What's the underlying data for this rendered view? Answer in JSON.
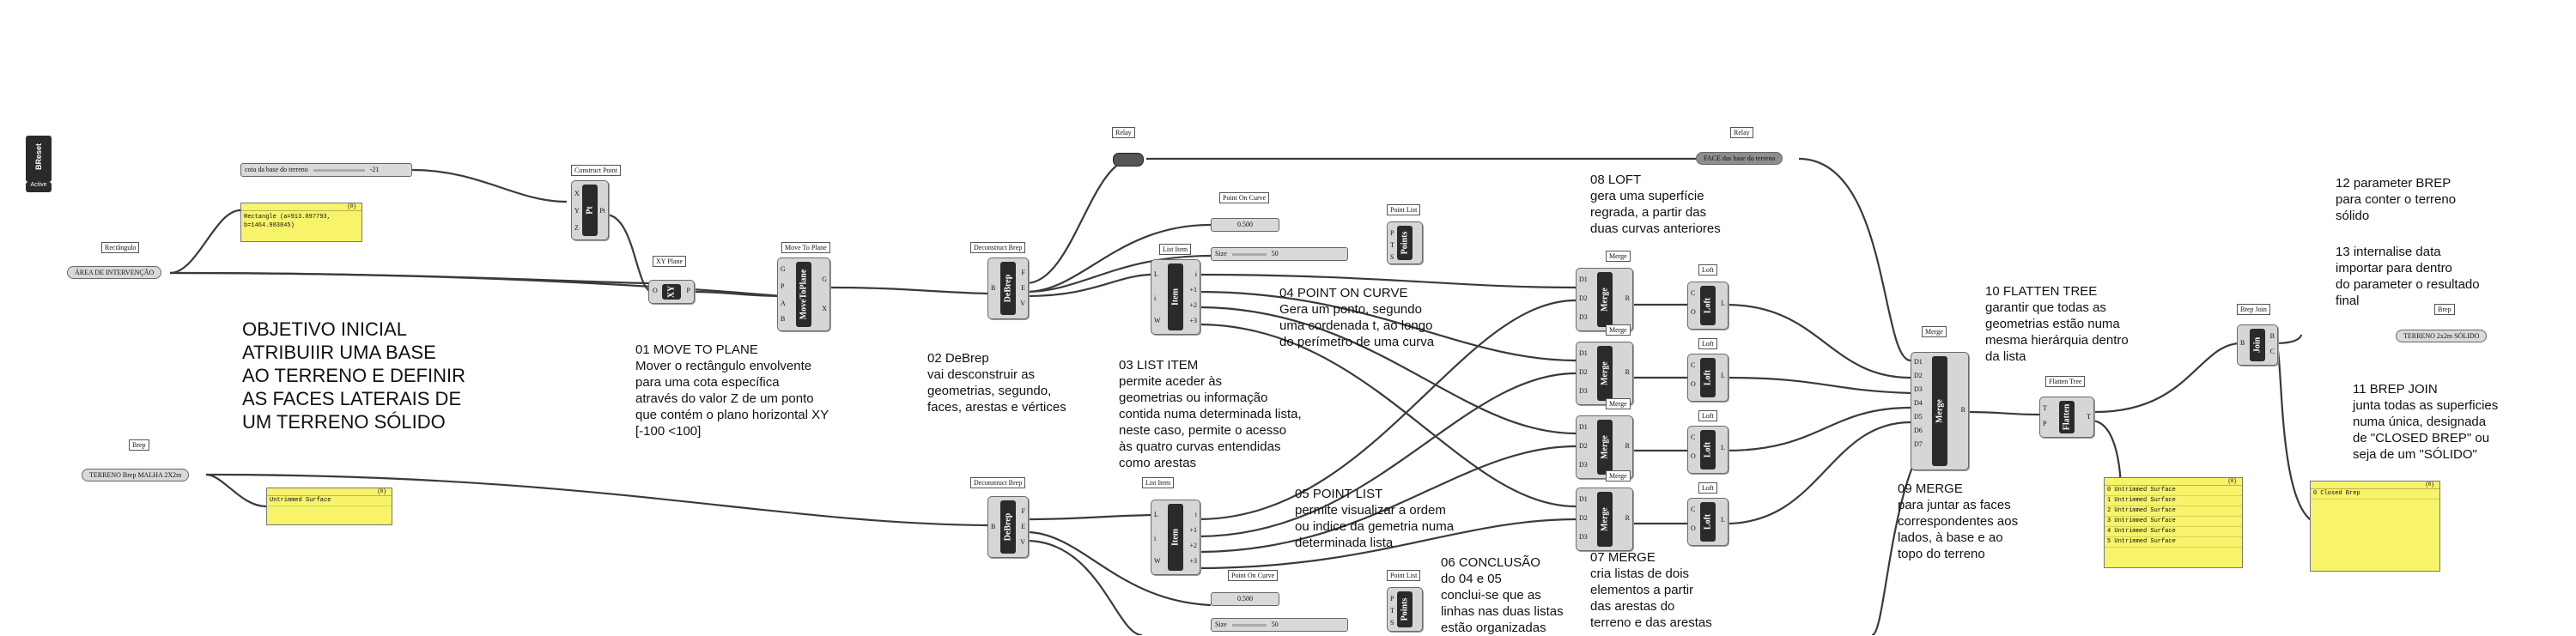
{
  "title_block": "OBJETIVO INICIAL\nATRIBUIIR UMA BASE\nAO TERRENO E DEFINIR\nAS FACES LATERAIS DE\nUM TERRENO SÓLIDO",
  "notes": {
    "n01": "01 MOVE TO PLANE\nMover o rectângulo envolvente\npara uma cota específica\natravés do valor Z de um ponto\nque contém o plano horizontal XY\n[-100 <100]",
    "n02": "02 DeBrep\nvai desconstruir as\ngeometrias, segundo,\nfaces, arestas e vértices",
    "n03": "03 LIST ITEM\npermite aceder às\ngeometrias ou informação\ncontida numa determinada lista,\nneste caso, permite o acesso\nàs quatro curvas entendidas\ncomo arestas",
    "n04": "04 POINT ON CURVE\nGera um ponto, segundo\numa cordenada t, ao longo\ndo perímetro de uma curva",
    "n05": "05 POINT LIST\npermite visualizar a ordem\nou indice da gemetria numa\ndeterminada lista",
    "n06": "06 CONCLUSÃO\ndo 04 e 05\nconclui-se que as\nlinhas nas duas listas\nestão organizadas",
    "n07": "07 MERGE\ncria listas de dois\nelementos a partir\ndas arestas do\nterreno e das arestas",
    "n08": "08 LOFT\ngera uma superfície\nregrada, a partir das\nduas curvas anteriores",
    "n09": "09 MERGE\npara juntar as faces\ncorrespondentes aos\nlados, à base e ao\ntopo do terreno",
    "n10": "10 FLATTEN TREE\ngarantir que todas as\ngeometrias estão numa\nmesma hierárquia dentro\nda lista",
    "n11": "11 BREP JOIN\njunta todas as superficies\nnuma única, designada\nde \"CLOSED BREP\" ou\nseja de um \"SÓLIDO\"",
    "n12": "12 parameter BREP\npara conter o terreno\nsólido",
    "n13": "13 internalise data\nimportar para dentro\ndo parameter o resultado\nfinal"
  },
  "tags": {
    "retangulo": "Rectângulo",
    "construct_point": "Construct Point",
    "xy_plane": "XY Plane",
    "move_to_plane": "Move To Plane",
    "relay1": "Relay",
    "relay2": "Relay",
    "deconstruct1": "Deconstruct Brep",
    "deconstruct2": "Deconstruct Brep",
    "list_item1": "List Item",
    "list_item2": "List Item",
    "poc1": "Point On Curve",
    "poc2": "Point On Curve",
    "point_list1": "Point List",
    "point_list2": "Point List",
    "merge1": "Merge",
    "merge2": "Merge",
    "merge3": "Merge",
    "merge4": "Merge",
    "merge5": "Merge",
    "loft1": "Loft",
    "loft2": "Loft",
    "loft3": "Loft",
    "loft4": "Loft",
    "flatten": "Flatten Tree",
    "brep_join": "Brep Join",
    "brep": "Brep",
    "brep_out": "Brep"
  },
  "params": {
    "area": "ÁREA DE INTERVENÇÃO",
    "terreno": "TERRENO Brep MALHA 2X2m",
    "face": "FACE das base do terreno",
    "solido": "TERRENO 2x2m SÓLIDO",
    "cota_label": "cota da base do terreno",
    "cota_value": "-21"
  },
  "sliders": {
    "t1": "0.500",
    "t2": "0.500",
    "size_label": "Size",
    "size1": "50",
    "size2": "50"
  },
  "panels": {
    "rect_hdr": "{0}",
    "rect_text": "Rectangle (a=913.097793,\nb=1464.983845)",
    "terr_hdr": "{0}",
    "terr_text": "Untrimmed Surface",
    "flat_hdr": "{0}",
    "flat_rows": [
      "0 Untrimmed Surface",
      "1 Untrimmed Surface",
      "2 Untrimmed Surface",
      "3 Untrimmed Surface",
      "4 Untrimmed Surface",
      "5 Untrimmed Surface"
    ],
    "closed_hdr": "{0}",
    "closed_text": "0 Closed Brep"
  },
  "components": {
    "pt": "Pt",
    "xy": "XY",
    "movetoplane": "MoveToPlane",
    "debrep": "DeBrep",
    "item": "Item",
    "merge": "Merge",
    "loft": "Loft",
    "flatten": "Flatten",
    "join": "Join",
    "ptlist": "Points",
    "bfilter": "BReset",
    "bfilter_sub": "Active"
  }
}
